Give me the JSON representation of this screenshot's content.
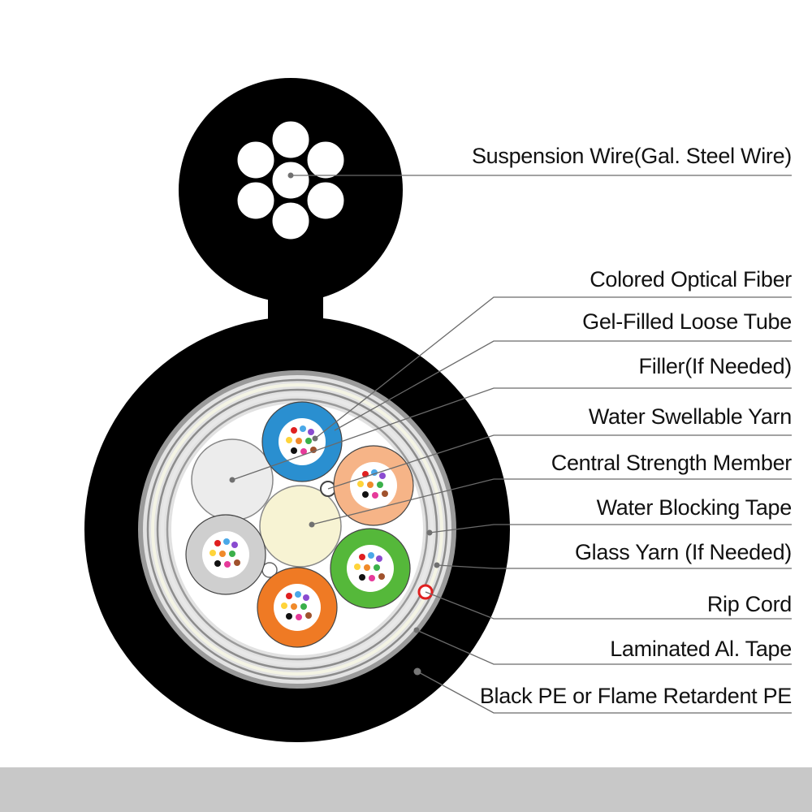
{
  "labels": {
    "suspension_wire": "Suspension Wire(Gal. Steel Wire)",
    "colored_optical_fiber": "Colored Optical Fiber",
    "gel_filled_loose_tube": "Gel-Filled Loose Tube",
    "filler": "Filler(If Needed)",
    "water_swellable_yarn": "Water Swellable Yarn",
    "central_strength_member": "Central Strength Member",
    "water_blocking_tape": "Water Blocking Tape",
    "glass_yarn": "Glass Yarn (If Needed)",
    "rip_cord": "Rip Cord",
    "laminated_al_tape": "Laminated Al. Tape",
    "black_pe": "Black PE or Flame Retardent PE"
  },
  "colors": {
    "sheath": "#000000",
    "blue_tube": "#2a8fd0",
    "orange_light_tube": "#f6b487",
    "green_tube": "#55b83a",
    "orange_tube": "#ef7a24",
    "gray_tube": "#cfcfcf",
    "filler": "#ececec",
    "strength_member": "#f7f3d3",
    "rip_cord": "#e02020",
    "footer": "#c8c8c8"
  }
}
